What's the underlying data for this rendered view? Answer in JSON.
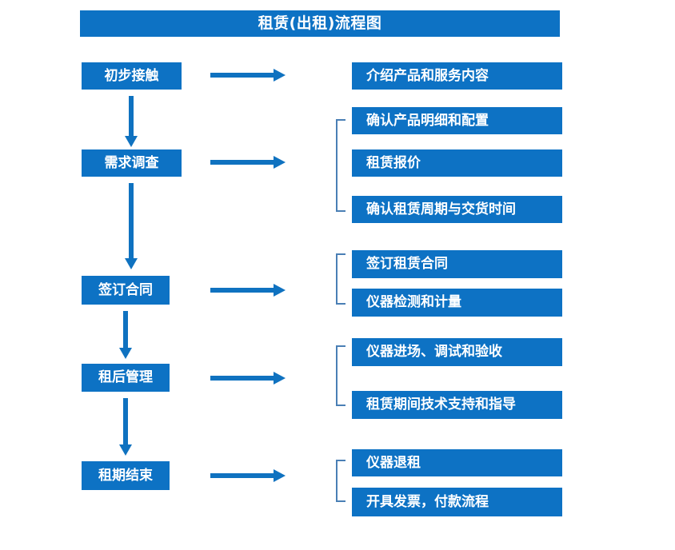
{
  "diagram": {
    "title": "租赁(出租)流程图",
    "colors": {
      "box_fill": "#0d72c4",
      "box_text": "#ffffff",
      "arrow": "#0f72c0",
      "bracket": "#4a7fb5",
      "background": "#ffffff"
    },
    "stages": [
      {
        "id": "stage-1",
        "label": "初步接触"
      },
      {
        "id": "stage-2",
        "label": "需求调查"
      },
      {
        "id": "stage-3",
        "label": "签订合同"
      },
      {
        "id": "stage-4",
        "label": "租后管理"
      },
      {
        "id": "stage-5",
        "label": "租期结束"
      }
    ],
    "details": [
      {
        "id": "detail-1",
        "label": "介绍产品和服务内容"
      },
      {
        "id": "detail-2",
        "label": "确认产品明细和配置"
      },
      {
        "id": "detail-3",
        "label": "租赁报价"
      },
      {
        "id": "detail-4",
        "label": "确认租赁周期与交货时间"
      },
      {
        "id": "detail-5",
        "label": "签订租赁合同"
      },
      {
        "id": "detail-6",
        "label": "仪器检测和计量"
      },
      {
        "id": "detail-7",
        "label": "仪器进场、调试和验收"
      },
      {
        "id": "detail-8",
        "label": "租赁期间技术支持和指导"
      },
      {
        "id": "detail-9",
        "label": "仪器退租"
      },
      {
        "id": "detail-10",
        "label": "开具发票，付款流程"
      }
    ],
    "connectors": {
      "horizontal_arrow_count": 5,
      "vertical_arrow_count": 4,
      "bracket_count": 4
    }
  }
}
